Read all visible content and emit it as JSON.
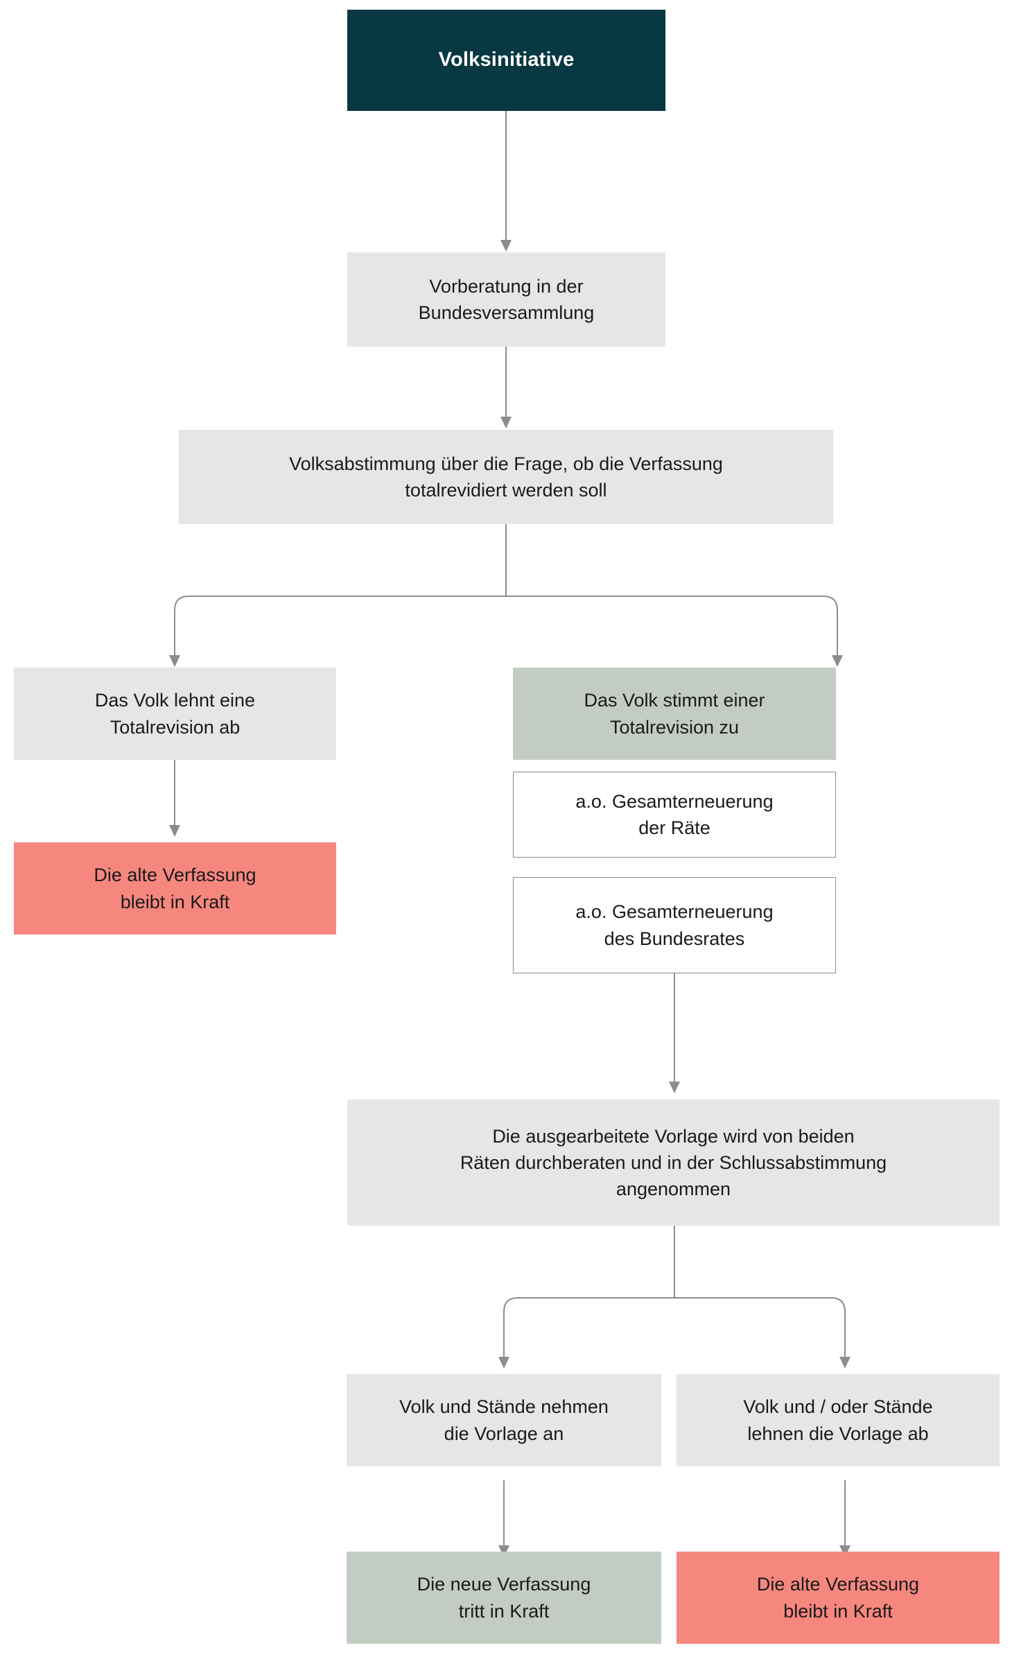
{
  "diagram": {
    "title": "Volksinitiative",
    "type": "flowchart",
    "colors": {
      "header_background": "#083842",
      "header_text": "#ffffff",
      "neutral_box": "#e6e6e6",
      "positive_box": "#c3ccc2",
      "negative_box": "#f6877f",
      "outline_box_border": "#8a8a8a",
      "connector": "#8c8c8c",
      "page_background": "#ffffff"
    },
    "nodes": [
      {
        "id": "n1",
        "label": "Volksinitiative",
        "style": "header"
      },
      {
        "id": "n2",
        "label": "Vorberatung in der\nBundesversammlung",
        "style": "grey"
      },
      {
        "id": "n3",
        "label": "Volksabstimmung über die Frage, ob die Verfassung\ntotalrevidiert werden soll",
        "style": "grey"
      },
      {
        "id": "n4",
        "label": "Das Volk lehnt eine\nTotalrevision ab",
        "style": "grey"
      },
      {
        "id": "n5",
        "label": "Das Volk stimmt einer\nTotalrevision zu",
        "style": "green"
      },
      {
        "id": "n6",
        "label": "Die alte Verfassung\nbleibt in Kraft",
        "style": "red"
      },
      {
        "id": "n7",
        "label": "a.o. Gesamterneuerung\nder Räte",
        "style": "outline"
      },
      {
        "id": "n8",
        "label": "a.o. Gesamterneuerung\ndes Bundesrates",
        "style": "outline"
      },
      {
        "id": "n9",
        "label": "Die ausgearbeitete Vorlage wird von beiden\nRäten durchberaten und in der Schlussabstimmung\nangenommen",
        "style": "grey"
      },
      {
        "id": "n10",
        "label": "Volk und Stände nehmen\ndie Vorlage an",
        "style": "grey"
      },
      {
        "id": "n11",
        "label": "Volk und / oder Stände\nlehnen die Vorlage ab",
        "style": "grey"
      },
      {
        "id": "n12",
        "label": "Die neue Verfassung\ntritt in Kraft",
        "style": "green"
      },
      {
        "id": "n13",
        "label": "Die alte Verfassung\nbleibt in Kraft",
        "style": "red"
      }
    ],
    "edges": [
      {
        "from": "n1",
        "to": "n2",
        "kind": "straight-arrow"
      },
      {
        "from": "n2",
        "to": "n3",
        "kind": "straight-arrow"
      },
      {
        "from": "n3",
        "to": "n4",
        "kind": "branch-left-arrow"
      },
      {
        "from": "n3",
        "to": "n5",
        "kind": "branch-right-arrow"
      },
      {
        "from": "n4",
        "to": "n6",
        "kind": "straight-arrow"
      },
      {
        "from": "n8",
        "to": "n9",
        "kind": "straight-arrow"
      },
      {
        "from": "n9",
        "to": "n10",
        "kind": "branch-left-arrow"
      },
      {
        "from": "n9",
        "to": "n11",
        "kind": "branch-right-arrow"
      },
      {
        "from": "n10",
        "to": "n12",
        "kind": "straight-arrow"
      },
      {
        "from": "n11",
        "to": "n13",
        "kind": "straight-arrow"
      }
    ]
  }
}
